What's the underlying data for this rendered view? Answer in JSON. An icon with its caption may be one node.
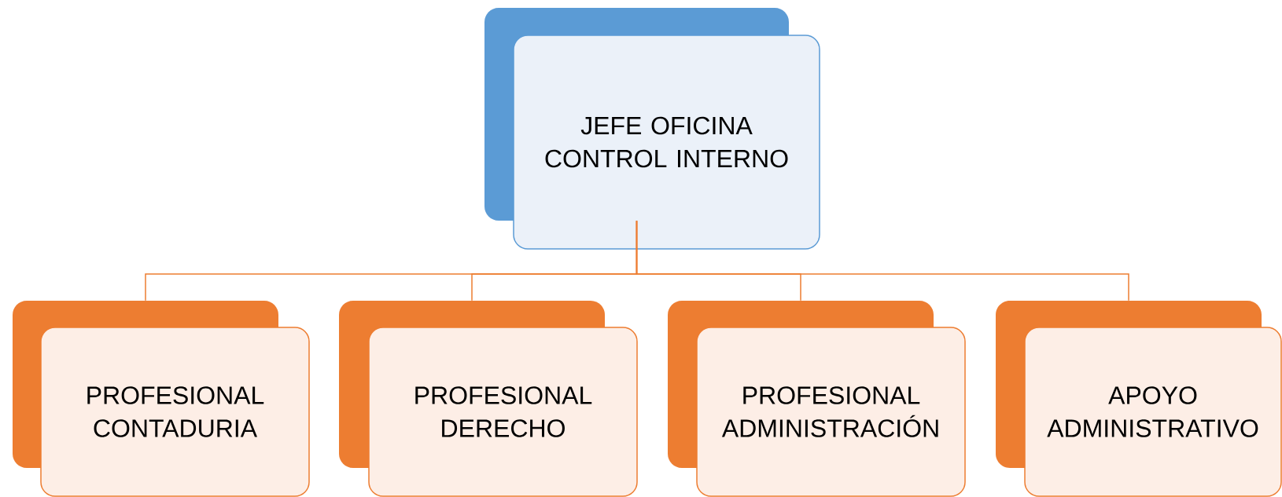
{
  "diagram": {
    "nodes": [
      {
        "text": [
          "JEFE OFICINA CONTROL INTERNO"
        ]
      },
      {
        "text": [
          "PROFESIONAL CONTADURIA"
        ]
      },
      {
        "text": [
          "PROFESIONAL DERECHO"
        ]
      },
      {
        "text": [
          "PROFESIONAL ADMINISTRACIÓN"
        ]
      },
      {
        "text": [
          "APOYO ADMINISTRATIVO"
        ]
      }
    ],
    "edges": [
      {
        "from": 0,
        "to": 1,
        "arrow": "none"
      },
      {
        "from": 0,
        "to": 2,
        "arrow": "none"
      },
      {
        "from": 0,
        "to": 3,
        "arrow": "none"
      },
      {
        "from": 0,
        "to": 4,
        "arrow": "none"
      }
    ]
  }
}
